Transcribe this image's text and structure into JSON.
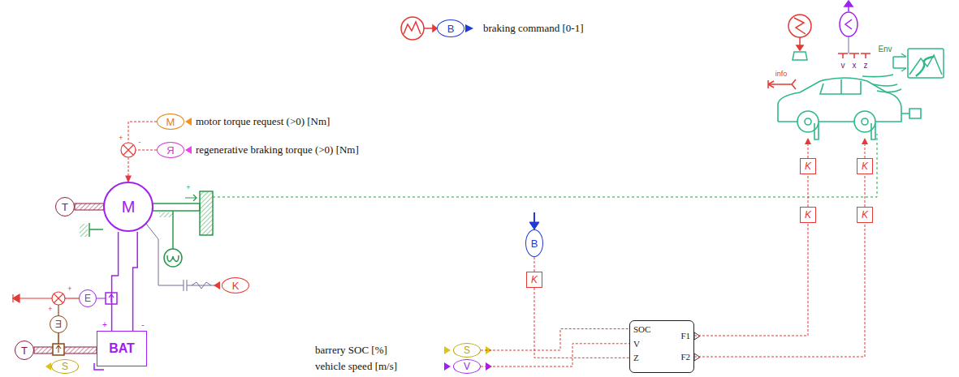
{
  "diagram": {
    "nodes": [
      {
        "text": [
          "B"
        ]
      },
      {
        "text": [
          "M"
        ]
      },
      {
        "text": [
          "Я"
        ]
      },
      {
        "text": [
          "M"
        ]
      },
      {
        "text": [
          "T"
        ]
      },
      {
        "text": [
          "B"
        ]
      },
      {
        "text": [
          "K"
        ]
      },
      {
        "text": [
          "K"
        ]
      },
      {
        "text": [
          "E"
        ]
      },
      {
        "text": [
          "Ǝ"
        ]
      },
      {
        "text": [
          "T"
        ]
      },
      {
        "text": [
          "BAT"
        ]
      },
      {
        "text": [
          "S"
        ]
      },
      {
        "text": [
          "S"
        ]
      },
      {
        "text": [
          "V"
        ]
      },
      {
        "text": [
          "SOC",
          "V",
          "Z",
          "F1",
          "F2"
        ]
      },
      {
        "text": [
          "K"
        ]
      },
      {
        "text": [
          "K"
        ]
      },
      {
        "text": [
          "K"
        ]
      },
      {
        "text": [
          "K"
        ]
      }
    ],
    "edges": [
      {
        "from": 5,
        "to": 6,
        "arrow": "none"
      },
      {
        "from": 6,
        "to": 15,
        "arrow": "none"
      },
      {
        "from": 13,
        "to": 15,
        "arrow": "none"
      },
      {
        "from": 14,
        "to": 15,
        "arrow": "none"
      },
      {
        "from": 15,
        "to": 18,
        "arrow": "none"
      },
      {
        "from": 18,
        "to": 16,
        "arrow": "none"
      },
      {
        "from": 15,
        "to": 19,
        "arrow": "none"
      },
      {
        "from": 19,
        "to": 17,
        "arrow": "none"
      },
      {
        "from": 3,
        "to": 11,
        "arrow": "none"
      },
      {
        "from": 3,
        "to": 11,
        "arrow": "none"
      }
    ],
    "labels": [
      "braking command [0-1]",
      "motor torque request (>0) [Nm]",
      "regenerative braking torque (>0) [Nm]",
      "barrery SOC [%]",
      "vehicle speed [m/s]",
      "info",
      "Env",
      "v",
      "x",
      "z",
      "+",
      "-",
      "+",
      "-",
      "+",
      "+",
      "+"
    ]
  }
}
